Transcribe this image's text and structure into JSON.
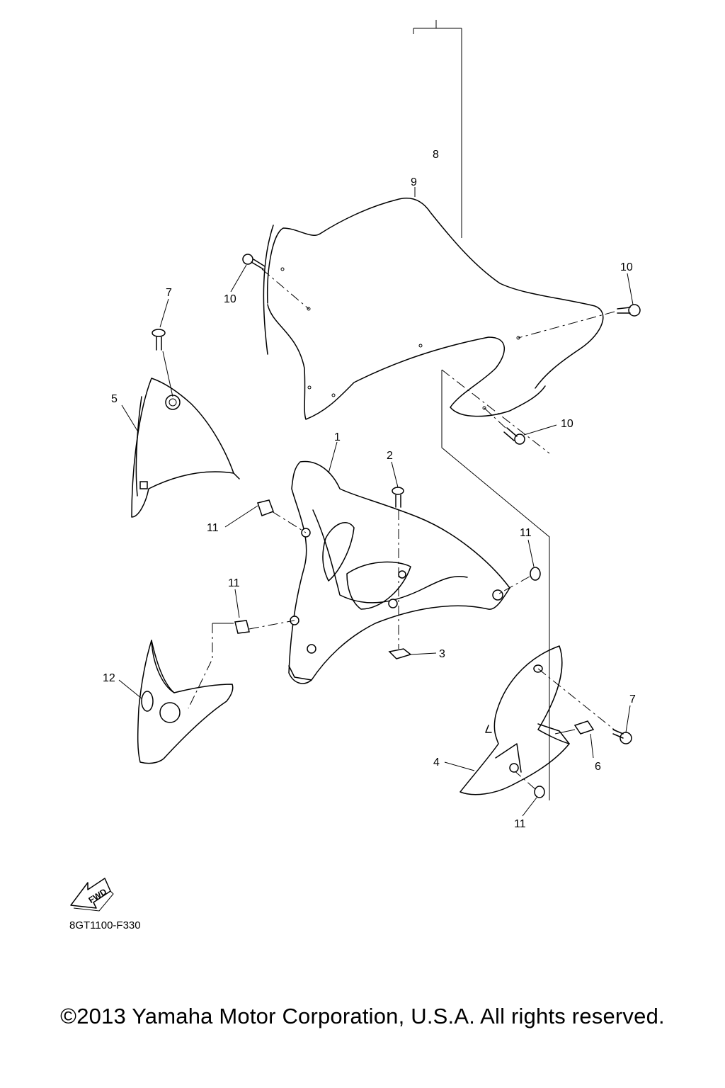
{
  "callouts": {
    "c1": "1",
    "c2": "2",
    "c3": "3",
    "c4": "4",
    "c5": "5",
    "c6": "6",
    "c7a": "7",
    "c7b": "7",
    "c8": "8",
    "c9": "9",
    "c10a": "10",
    "c10b": "10",
    "c10c": "10",
    "c11a": "11",
    "c11b": "11",
    "c11c": "11",
    "c11d": "11",
    "c12": "12"
  },
  "fwd_badge": "FWD",
  "diagram_code": "8GT1100-F330",
  "copyright": "©2013 Yamaha Motor Corporation, U.S.A. All rights reserved."
}
